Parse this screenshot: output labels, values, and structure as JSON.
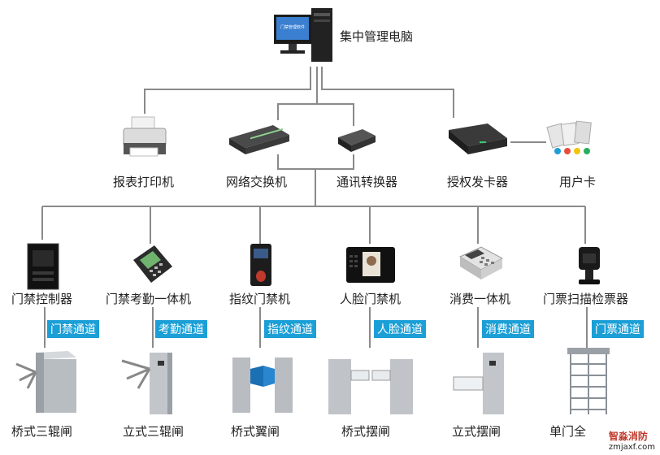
{
  "top": {
    "label": "集中管理电脑",
    "screen_text": "门禁管理软件"
  },
  "tier2": [
    {
      "id": "printer",
      "label": "报表打印机"
    },
    {
      "id": "switch",
      "label": "网络交换机"
    },
    {
      "id": "converter",
      "label": "通讯转换器"
    },
    {
      "id": "issuer",
      "label": "授权发卡器"
    },
    {
      "id": "usercard",
      "label": "用户卡"
    }
  ],
  "controllers": [
    {
      "label": "门禁控制器",
      "tag": "门禁通道",
      "gate": "桥式三辊闸"
    },
    {
      "label": "门禁考勤一体机",
      "tag": "考勤通道",
      "gate": "立式三辊闸"
    },
    {
      "label": "指纹门禁机",
      "tag": "指纹通道",
      "gate": "桥式翼闸"
    },
    {
      "label": "人脸门禁机",
      "tag": "人脸通道",
      "gate": "桥式摆闸"
    },
    {
      "label": "消费一体机",
      "tag": "消费通道",
      "gate": "立式摆闸"
    },
    {
      "label": "门票扫描检票器",
      "tag": "门票通道",
      "gate": "单门全"
    }
  ],
  "watermark": {
    "name": "智淼消防",
    "site": "zmjaxf.com"
  },
  "colors": {
    "line": "#888888",
    "tag_bg": "#1b9fd6"
  }
}
